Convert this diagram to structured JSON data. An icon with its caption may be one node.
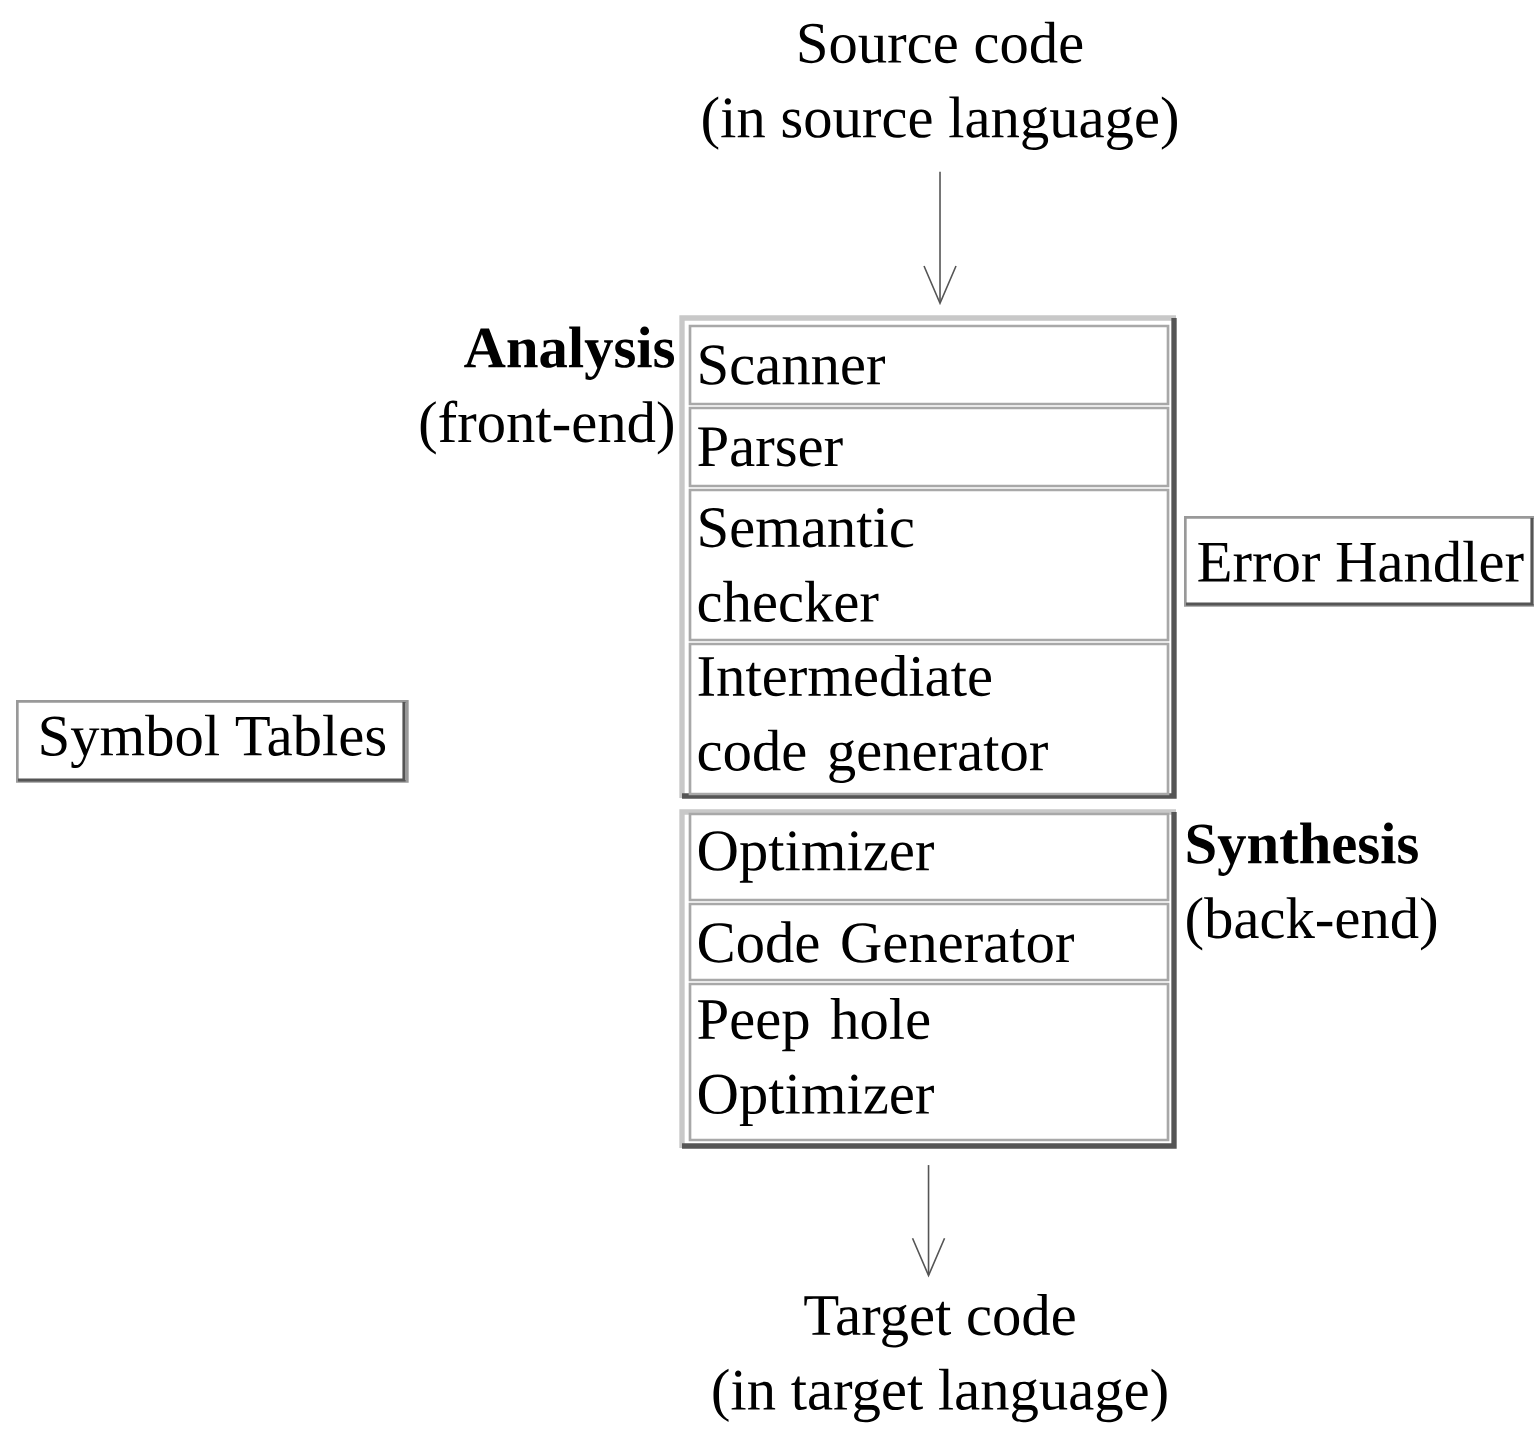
{
  "diagram": {
    "nodes": [
      {
        "text": [
          "Source code",
          "(in source language)"
        ]
      },
      {
        "text": [
          "Analysis",
          "(front-end)"
        ]
      },
      {
        "text": [
          "Scanner"
        ],
        "in": 1
      },
      {
        "text": [
          "Parser"
        ],
        "in": 1
      },
      {
        "text": [
          "Semantic checker"
        ],
        "in": 1
      },
      {
        "text": [
          "Intermediate code generator"
        ],
        "in": 1
      },
      {
        "text": [
          "Synthesis",
          "(back-end)"
        ]
      },
      {
        "text": [
          "Optimizer"
        ],
        "in": 6
      },
      {
        "text": [
          "Code Generator"
        ],
        "in": 6
      },
      {
        "text": [
          "Peep hole Optimizer"
        ],
        "in": 6
      },
      {
        "text": [
          "Error Handler"
        ]
      },
      {
        "text": [
          "Symbol Tables"
        ]
      },
      {
        "text": [
          "Target code",
          "(in target language)"
        ]
      }
    ],
    "edges": [
      {
        "from": 0,
        "to": 1,
        "arrow": "to"
      },
      {
        "from": 6,
        "to": 12,
        "arrow": "to"
      }
    ]
  }
}
